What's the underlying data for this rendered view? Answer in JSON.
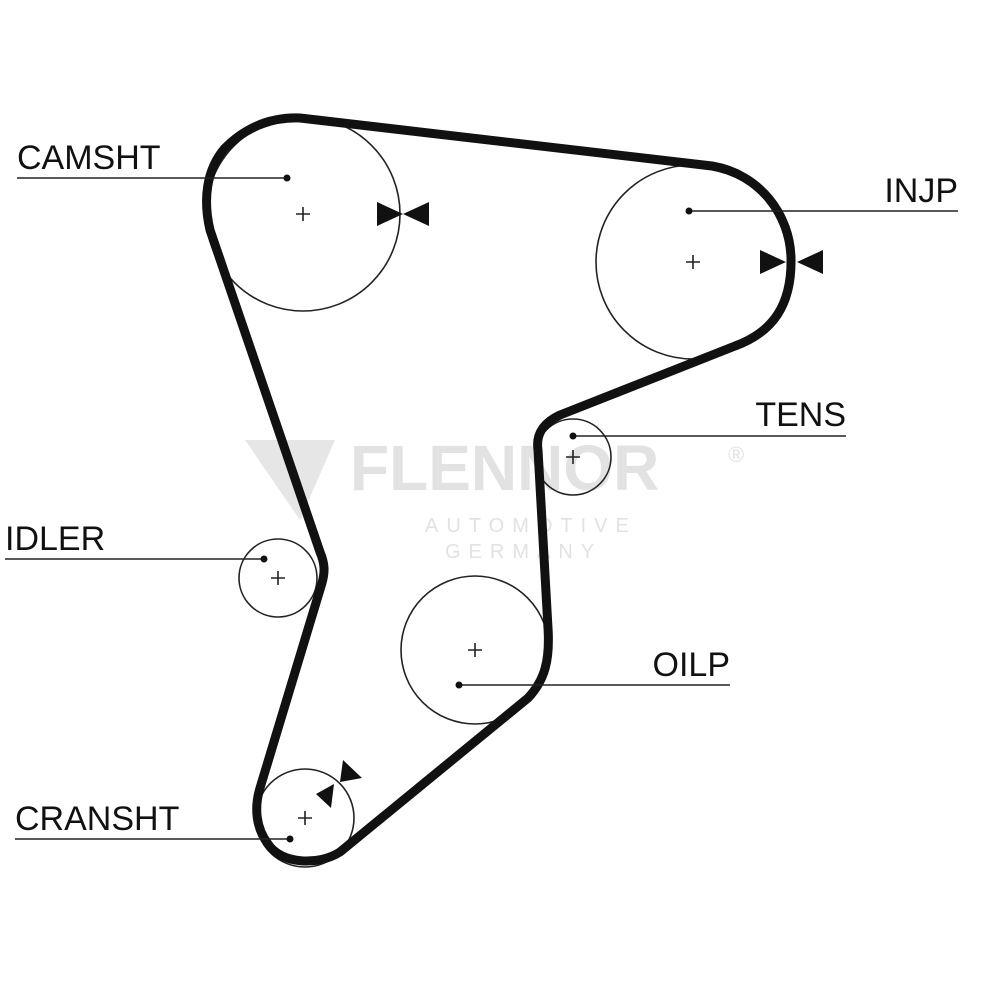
{
  "labels": {
    "camshaft": "CAMSHT",
    "injection_pump": "INJP",
    "tensioner": "TENS",
    "idler": "IDLER",
    "oil_pump": "OILP",
    "crankshaft": "CRANSHT"
  },
  "watermark": {
    "brand": "FLENNOR",
    "line1": "AUTOMOTIVE",
    "line2": "GERMANY",
    "registered": "®"
  },
  "colors": {
    "belt": "#111111",
    "watermark": "#e2e2e2"
  }
}
